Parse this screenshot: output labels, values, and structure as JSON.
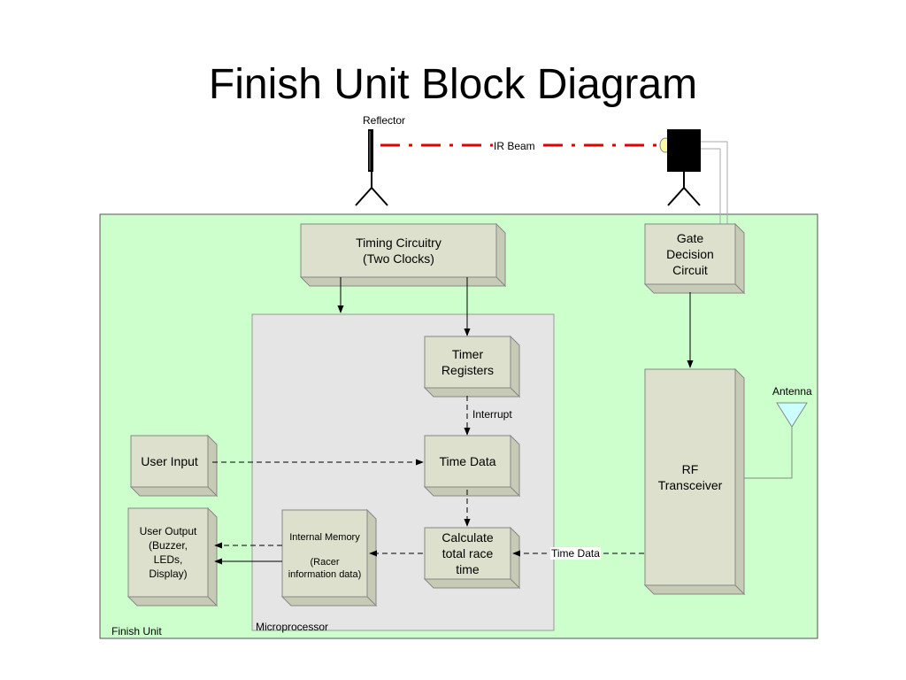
{
  "title": "Finish Unit Block Diagram",
  "labels": {
    "reflector": "Reflector",
    "ir_beam": "IR Beam",
    "antenna": "Antenna",
    "interrupt": "Interrupt",
    "time_data_link": "Time Data",
    "finish_unit": "Finish Unit",
    "microprocessor": "Microprocessor"
  },
  "blocks": {
    "timing_circuitry": "Timing Circuitry\n(Two Clocks)",
    "gate_decision": "Gate\nDecision\nCircuit",
    "timer_registers": "Timer\nRegisters",
    "time_data": "Time Data",
    "user_input": "User Input",
    "user_output": "User Output\n(Buzzer,\nLEDs,\nDisplay)",
    "internal_memory": "Internal Memory\n\n(Racer\ninformation data)",
    "calculate": "Calculate\ntotal race\ntime",
    "rf_transceiver": "RF\nTransceiver"
  },
  "colors": {
    "finish_unit_bg": "#ccffcc",
    "microprocessor_bg": "#e5e5e5",
    "block_face": "#dde0cc",
    "block_side": "#c7cab5",
    "ir_beam": "#e00000",
    "sensor_lens": "#ffff99"
  }
}
